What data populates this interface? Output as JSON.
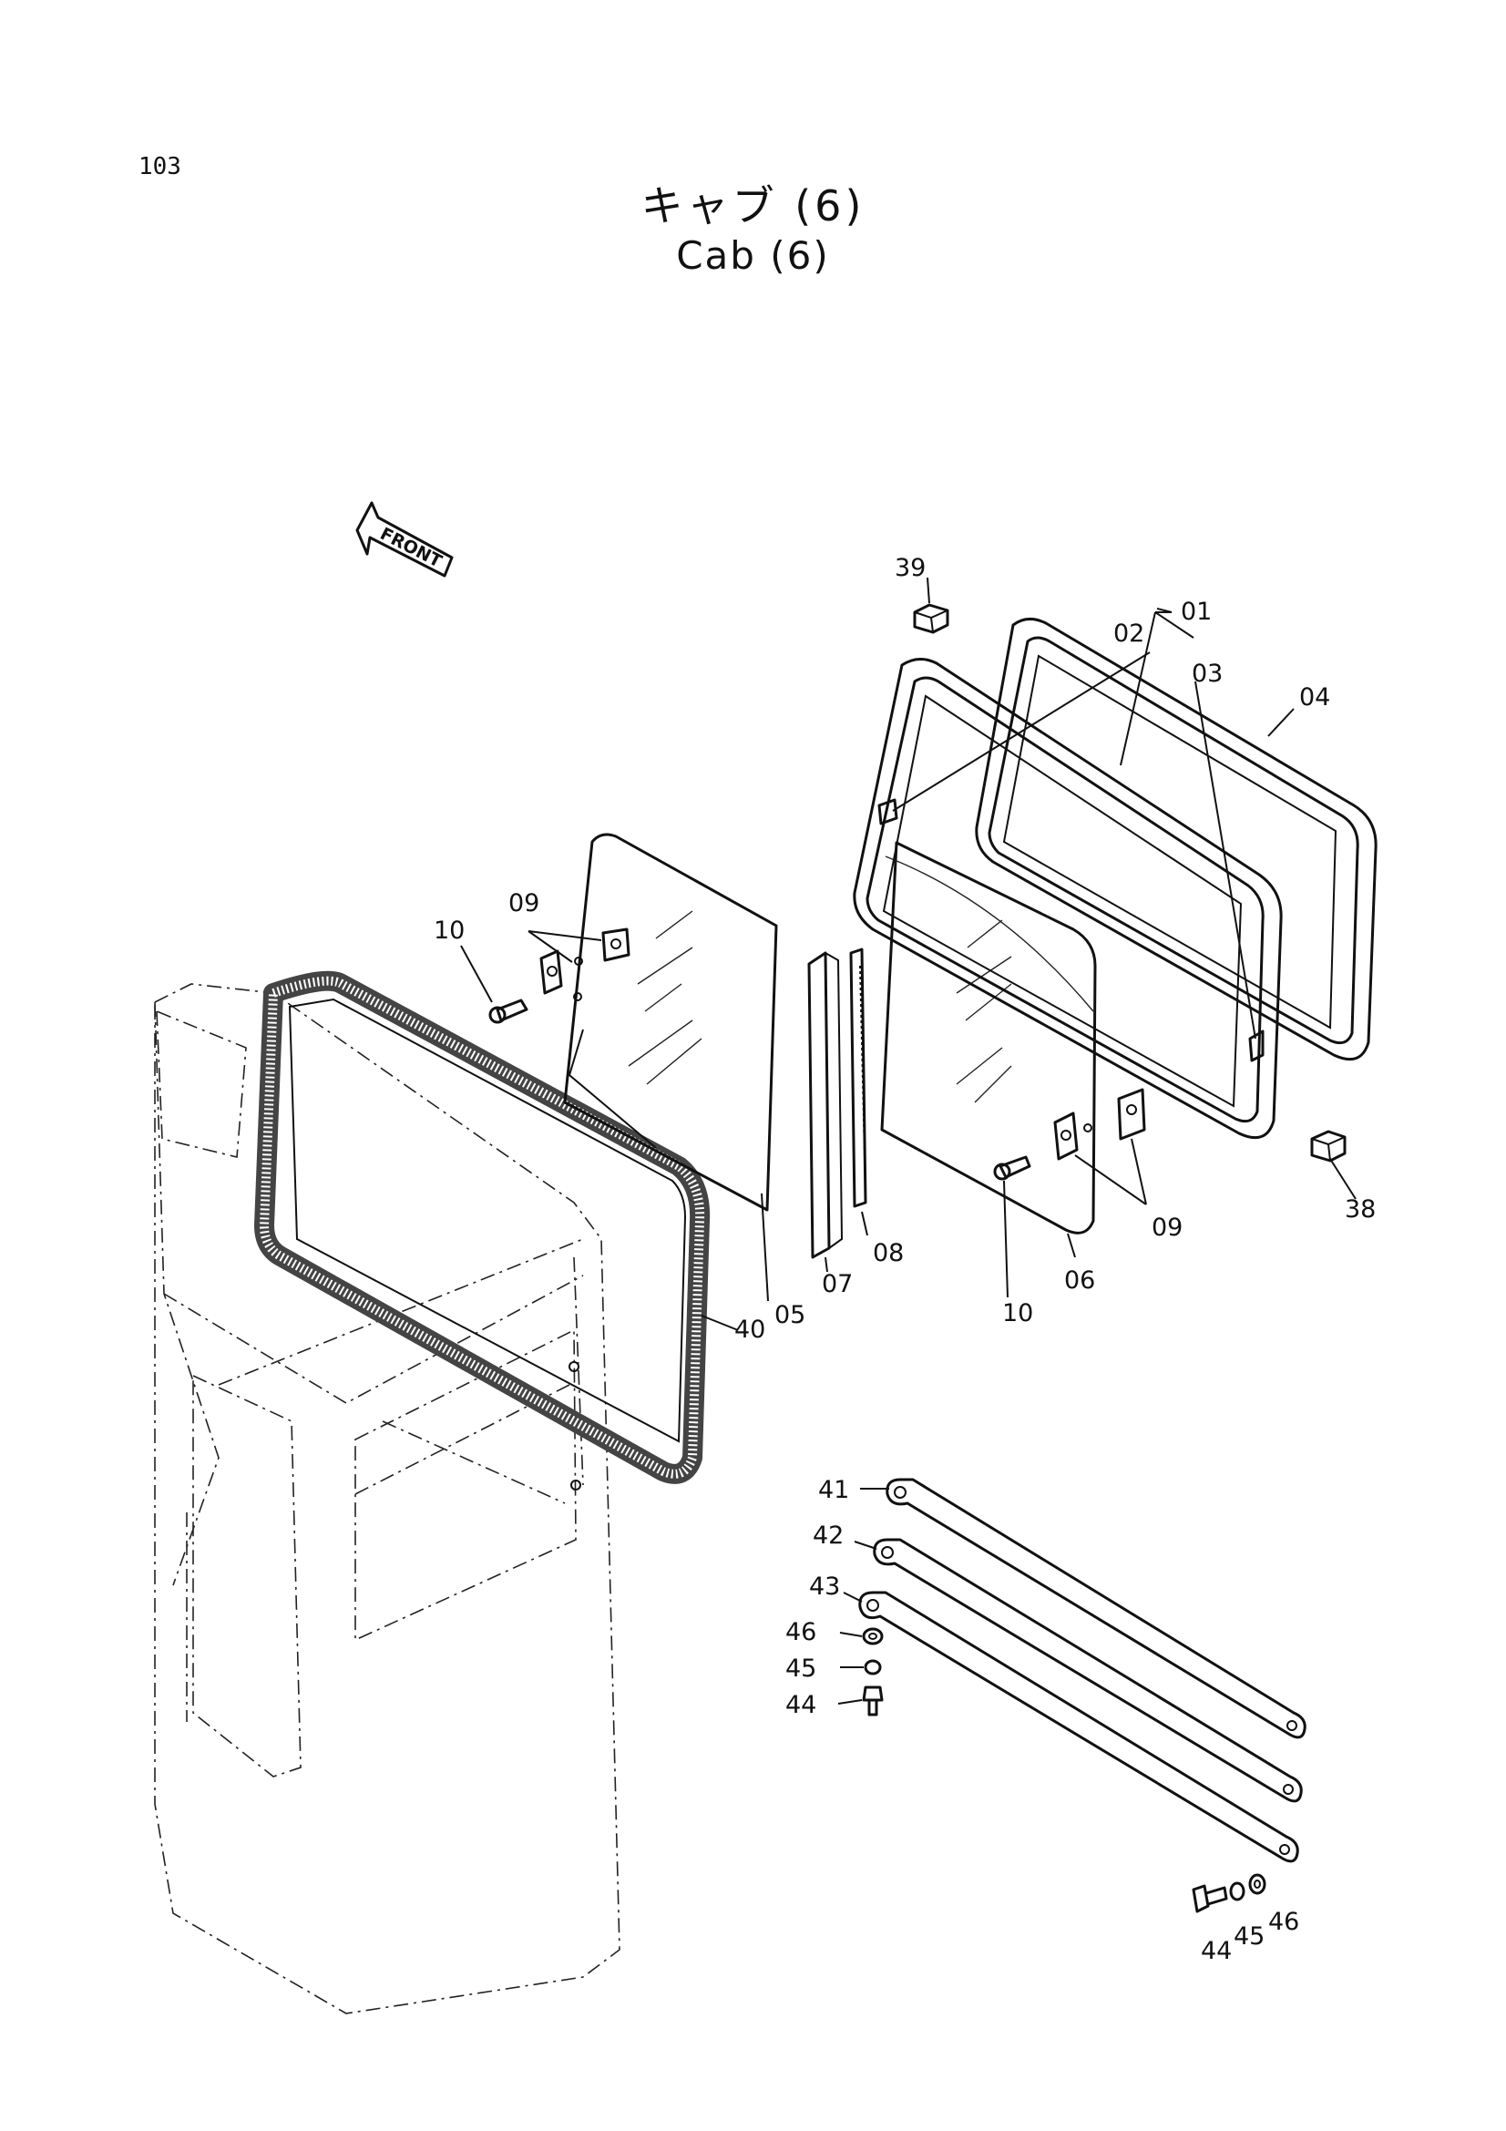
{
  "page": {
    "number": "103",
    "title_ja": "キャブ (6)",
    "title_en": "Cab (6)"
  },
  "orientation_marker": {
    "text": "FRONT",
    "icon": "arrow-left-icon"
  },
  "callouts": {
    "c01": "01",
    "c02": "02",
    "c03": "03",
    "c04": "04",
    "c05": "05",
    "c06": "06",
    "c07": "07",
    "c08": "08",
    "c09a": "09",
    "c09b": "09",
    "c10a": "10",
    "c10b": "10",
    "c38": "38",
    "c39": "39",
    "c40": "40",
    "c41": "41",
    "c42": "42",
    "c43": "43",
    "c44a": "44",
    "c45a": "45",
    "c46a": "46",
    "c44b": "44",
    "c45b": "45",
    "c46b": "46"
  }
}
